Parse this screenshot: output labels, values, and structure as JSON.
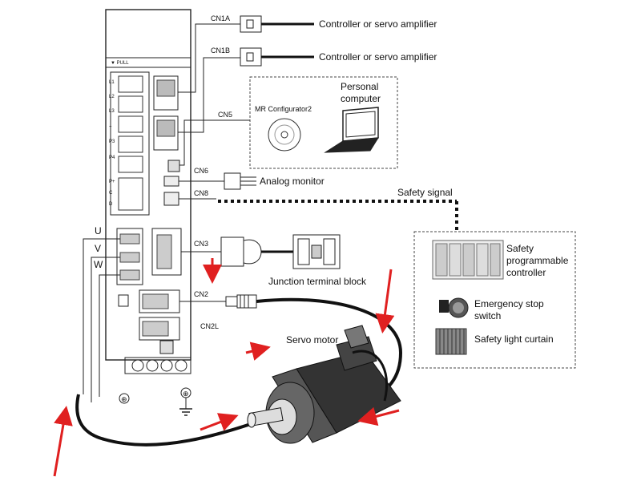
{
  "connectors": {
    "cn1a": "CN1A",
    "cn1b": "CN1B",
    "cn5": "CN5",
    "cn6": "CN6",
    "cn8": "CN8",
    "cn3": "CN3",
    "cn2": "CN2",
    "cn2l": "CN2L"
  },
  "amp": {
    "push_label": "▼ PULL",
    "terminals": [
      "U",
      "V",
      "W"
    ]
  },
  "labels": {
    "controller_a": "Controller or servo amplifier",
    "controller_b": "Controller or servo amplifier",
    "personal_computer_1": "Personal",
    "personal_computer_2": "computer",
    "mr_configurator": "MR Configurator2",
    "analog_monitor": "Analog monitor",
    "safety_signal": "Safety signal",
    "junction_block": "Junction terminal block",
    "servo_motor": "Servo motor",
    "safety_plc_1": "Safety",
    "safety_plc_2": "programmable",
    "safety_plc_3": "controller",
    "estop_1": "Emergency stop",
    "estop_2": "switch",
    "light_curtain": "Safety light curtain"
  },
  "colors": {
    "arrow": "#e02020",
    "cable": "#111111",
    "line": "#222222"
  }
}
